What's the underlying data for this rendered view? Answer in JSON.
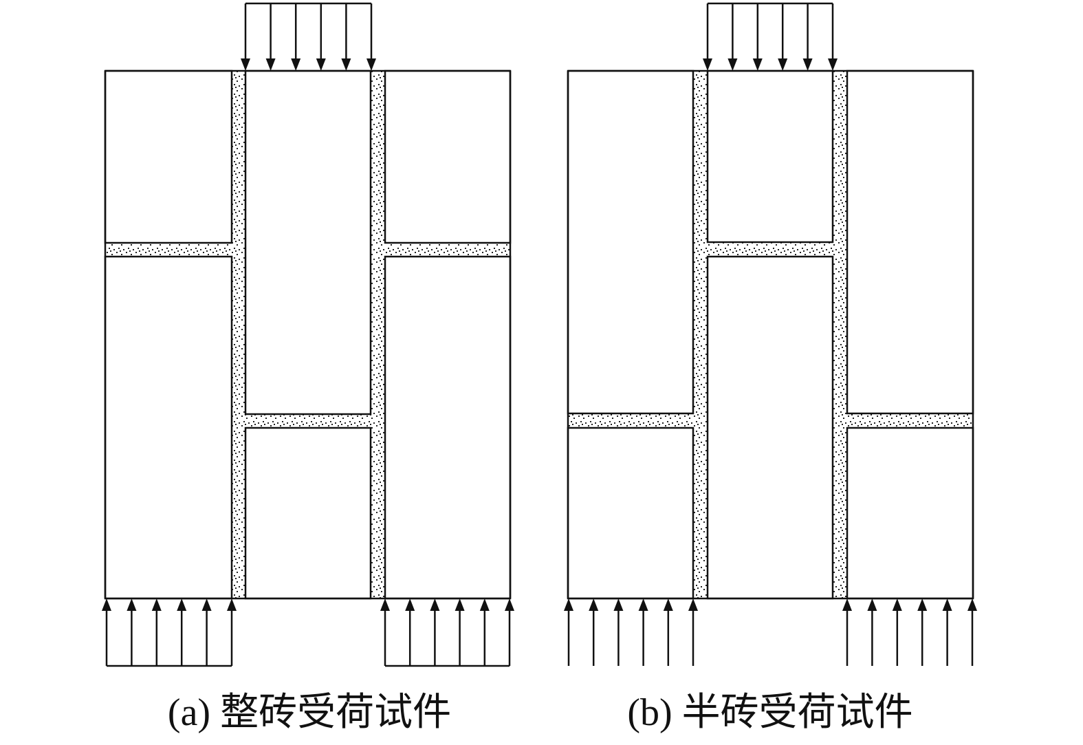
{
  "colors": {
    "line": "#111111",
    "background": "#ffffff",
    "mortar_dots": "#222222"
  },
  "captions": {
    "a": "(a) 整砖受荷试件",
    "b": "(b) 半砖受荷试件"
  },
  "specimens": [
    {
      "id": "a",
      "type": "whole-brick-loaded",
      "top_load_arrows": 6,
      "bottom_left_arrows": 6,
      "bottom_right_arrows": 6,
      "bottom_arrow_bases_joined": true
    },
    {
      "id": "b",
      "type": "half-brick-loaded",
      "top_load_arrows": 6,
      "bottom_left_arrows": 6,
      "bottom_right_arrows": 6,
      "bottom_arrow_bases_joined": false
    }
  ]
}
